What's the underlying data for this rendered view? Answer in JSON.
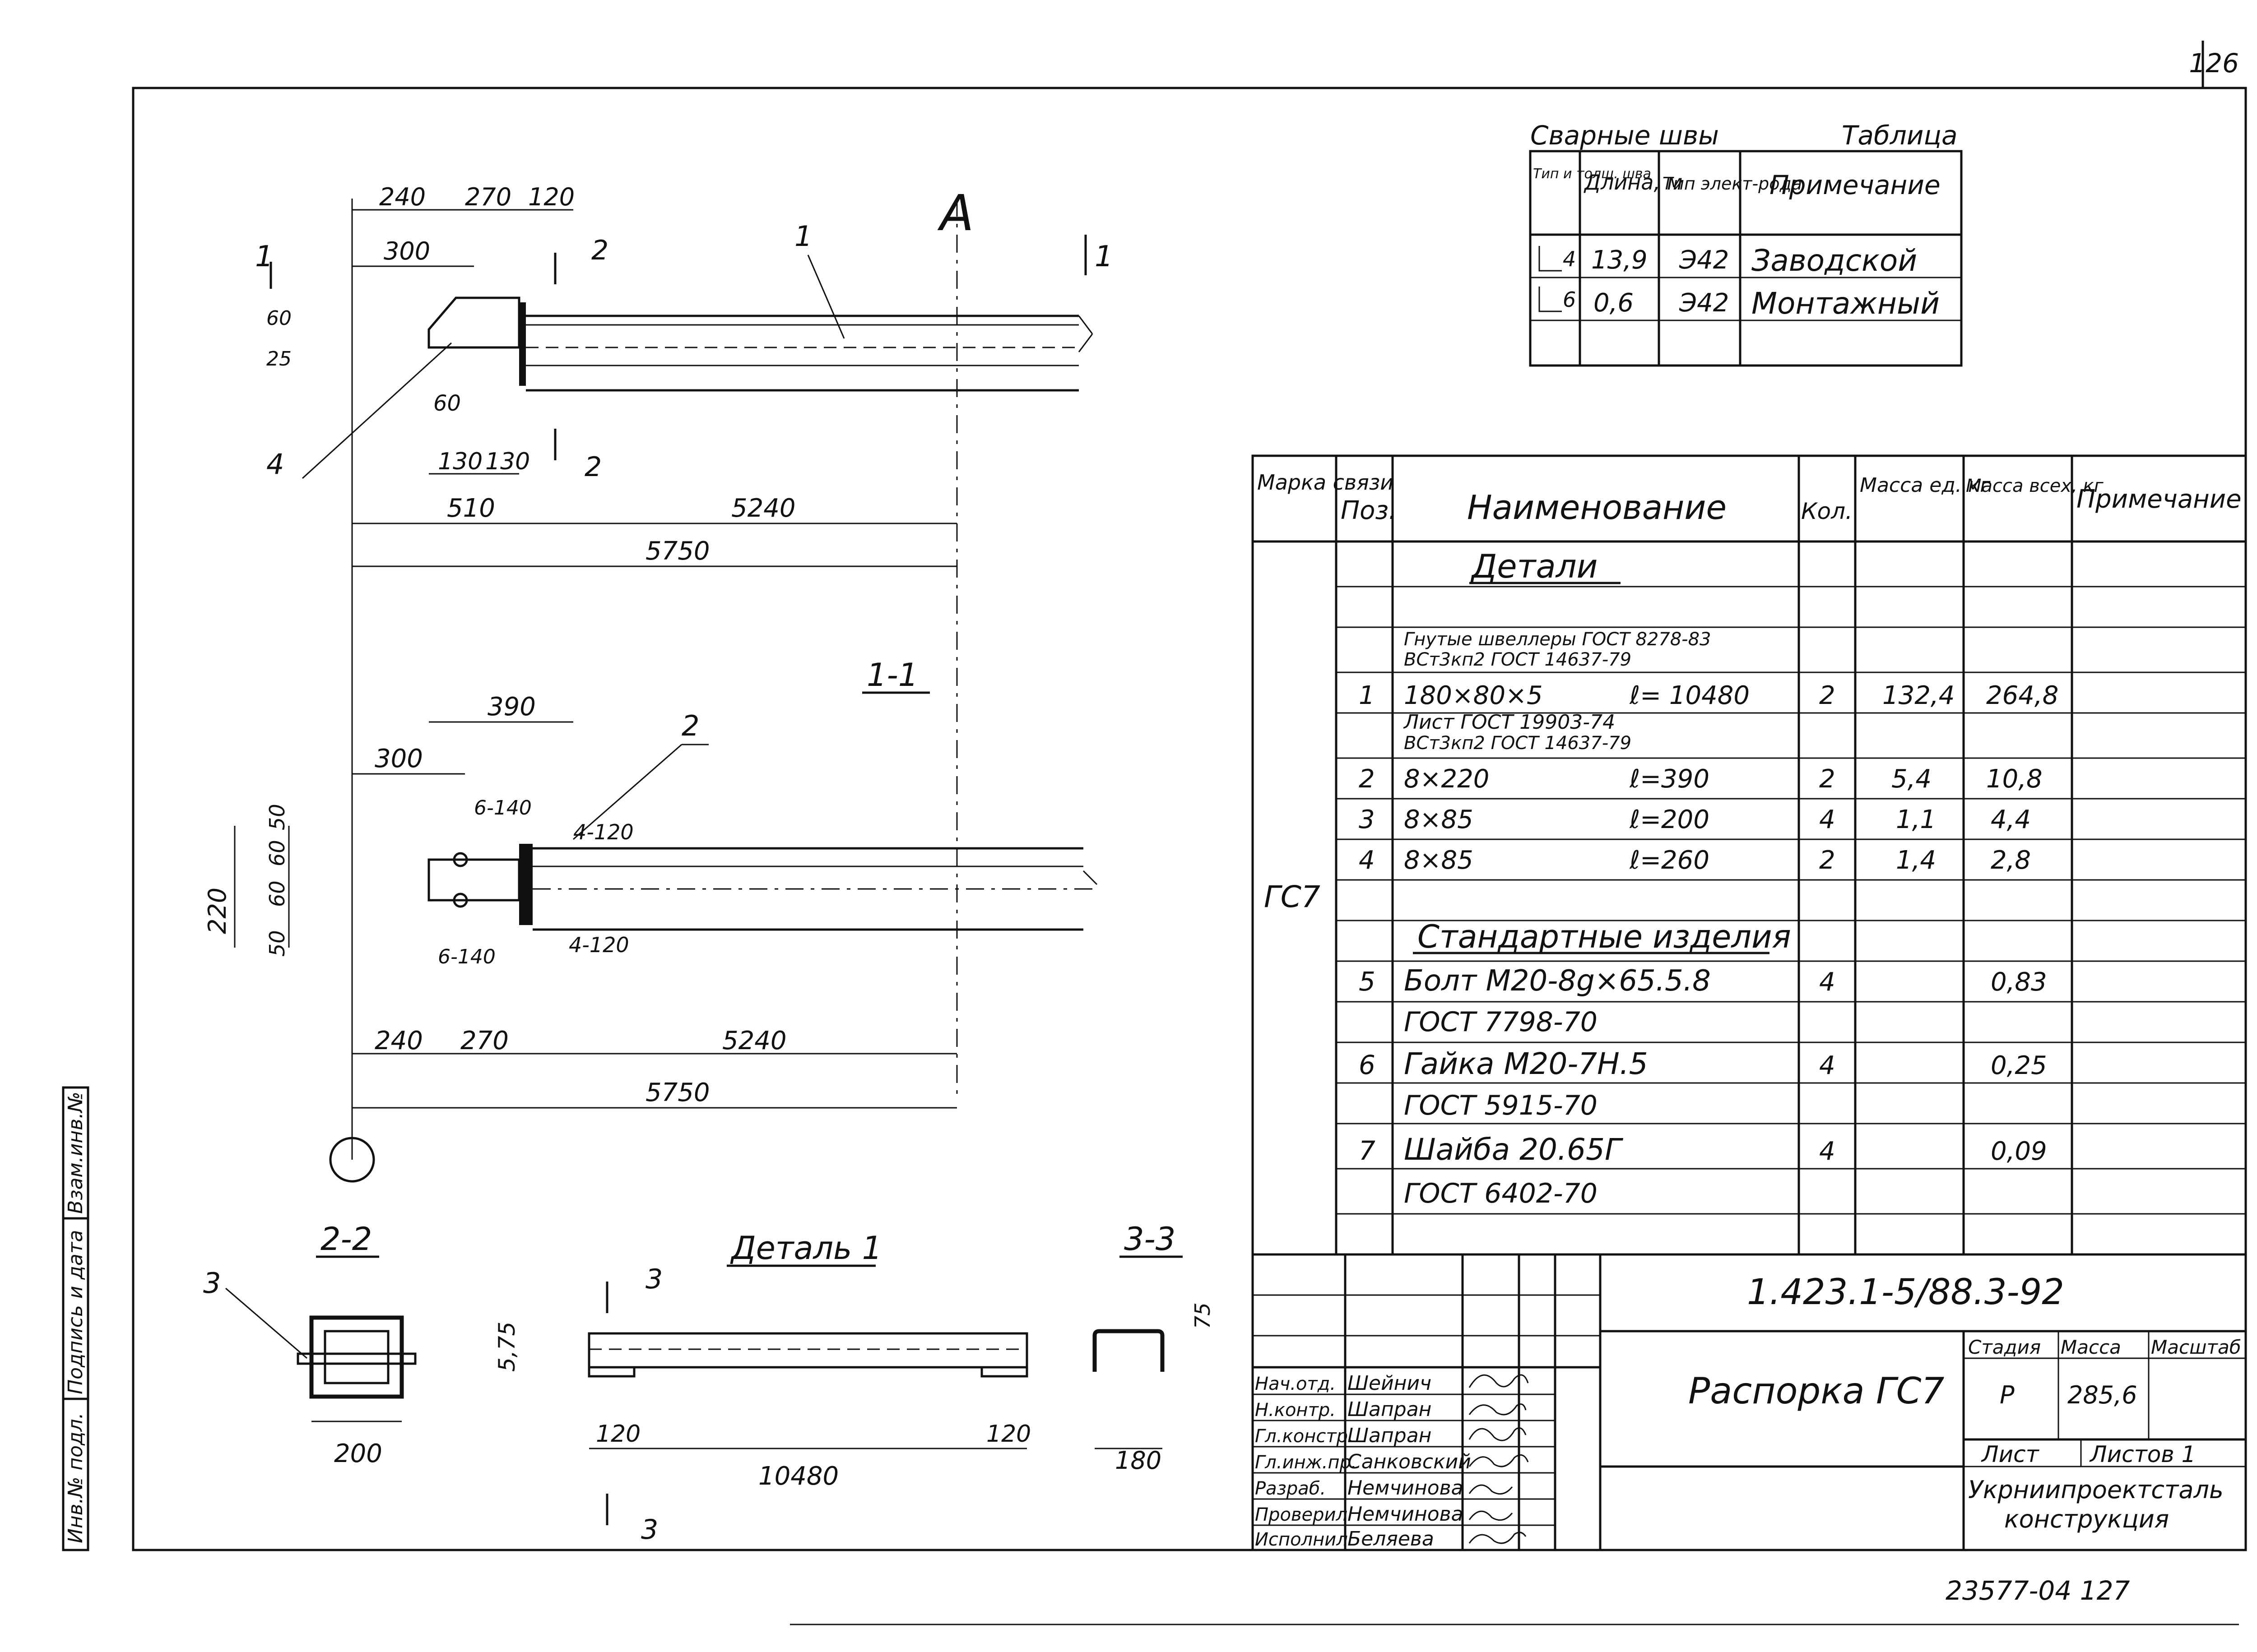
{
  "page_number": "126",
  "footer_number": "23577-04   127",
  "weld_table": {
    "title": "Сварные швы",
    "label": "Таблица",
    "headers": [
      "Тип и толщ. шва",
      "Длина, м",
      "Тип элект-рода",
      "Примечание"
    ],
    "rows": [
      {
        "type": "4",
        "length": "13,9",
        "electrode": "Э42",
        "note": "Заводской"
      },
      {
        "type": "6",
        "length": "0,6",
        "electrode": "Э42",
        "note": "Монтажный"
      }
    ]
  },
  "spec_table": {
    "headers": [
      "Марка связи",
      "Поз.",
      "Наименование",
      "Кол.",
      "Масса ед. кг",
      "Масса всех, кг",
      "Примечание"
    ],
    "mark": "ГС7",
    "section_details": "Детали",
    "channel_text_1": "Гнутые швеллеры ГОСТ 8278-83",
    "channel_text_2": "ВСт3кп2  ГОСТ 14637-79",
    "sheet_text_1": "Лист      ГОСТ 19903-74",
    "sheet_text_2": "ВСт3кп2  ГОСТ 14637-79",
    "section_standard": "Стандартные изделия",
    "rows": [
      {
        "pos": "1",
        "name": "180×80×5",
        "len": "ℓ= 10480",
        "qty": "2",
        "mass_unit": "132,4",
        "mass_total": "264,8"
      },
      {
        "pos": "2",
        "name": "8×220",
        "len": "ℓ=390",
        "qty": "2",
        "mass_unit": "5,4",
        "mass_total": "10,8"
      },
      {
        "pos": "3",
        "name": "8×85",
        "len": "ℓ=200",
        "qty": "4",
        "mass_unit": "1,1",
        "mass_total": "4,4"
      },
      {
        "pos": "4",
        "name": "8×85",
        "len": "ℓ=260",
        "qty": "2",
        "mass_unit": "1,4",
        "mass_total": "2,8"
      },
      {
        "pos": "5",
        "name": "Болт М20-8g×65.5.8",
        "std": "ГОСТ 7798-70",
        "qty": "4",
        "mass_total": "0,83"
      },
      {
        "pos": "6",
        "name": "Гайка  М20-7Н.5",
        "std": "ГОСТ 5915-70",
        "qty": "4",
        "mass_total": "0,25"
      },
      {
        "pos": "7",
        "name": "Шайба  20.65Г",
        "std": "ГОСТ 6402-70",
        "qty": "4",
        "mass_total": "0,09"
      }
    ]
  },
  "title_block": {
    "code": "1.423.1-5/88.3-92",
    "name": "Распорка ГС7",
    "stage_label": "Стадия",
    "mass_label": "Масса",
    "scale_label": "Масштаб",
    "stage": "Р",
    "mass": "285,6",
    "sheet_label": "Лист",
    "sheets_label": "Листов 1",
    "org_1": "Укрниипроектсталь",
    "org_2": "конструкция",
    "roles": [
      "Нач.отд.",
      "Н.контр.",
      "Гл.констр.",
      "Гл.инж.пр.",
      "Разраб.",
      "Проверил",
      "Исполнил"
    ],
    "people": [
      "Шейнич",
      "Шапран",
      "Шапран",
      "Санковский",
      "Немчинова",
      "Немчинова",
      "Беляева"
    ]
  },
  "side_stamp": [
    "Инв.№ подл.",
    "Подпись и дата",
    "Взам.инв.№"
  ],
  "drawing": {
    "axis": "А",
    "view_1_1": "1-1",
    "view_2_2": "2-2",
    "view_3_3": "3-3",
    "detail_title": "Деталь 1",
    "plan_dims_top": [
      "240",
      "270",
      "120",
      "300",
      "60",
      "25",
      "60",
      "130",
      "130",
      "510",
      "5240",
      "5750"
    ],
    "section_dims": [
      "390",
      "300",
      "6-140",
      "4-120",
      "220",
      "50",
      "60",
      "60",
      "50",
      "4-120",
      "6-140",
      "240",
      "270",
      "5240",
      "5750"
    ],
    "dims_22": "200",
    "dims_detail": [
      "5,75",
      "120",
      "120",
      "10480"
    ],
    "dims_33": [
      "75",
      "180"
    ],
    "callouts": [
      "1",
      "2",
      "3",
      "4"
    ]
  }
}
